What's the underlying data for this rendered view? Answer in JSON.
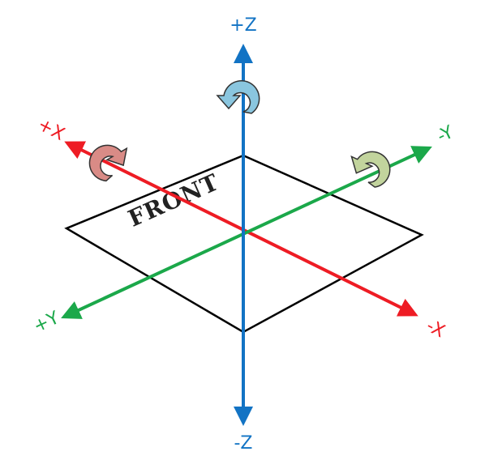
{
  "labels": {
    "plus_z": "+Z",
    "minus_z": "-Z",
    "plus_x": "+X",
    "minus_x": "-X",
    "plus_y": "+Y",
    "minus_y": "-Y",
    "front": "FRONT"
  },
  "colors": {
    "x_axis": "#ee1c24",
    "y_axis": "#1ba84a",
    "z_axis": "#1273c4",
    "x_rotation": "#d98b86",
    "y_rotation": "#c2d49d",
    "z_rotation": "#8ac6df",
    "plane_outline": "#000000",
    "front_text": "#222222"
  },
  "icons": {
    "x_rotation": "rotation-arrow-icon",
    "y_rotation": "rotation-arrow-icon",
    "z_rotation": "rotation-arrow-icon"
  }
}
